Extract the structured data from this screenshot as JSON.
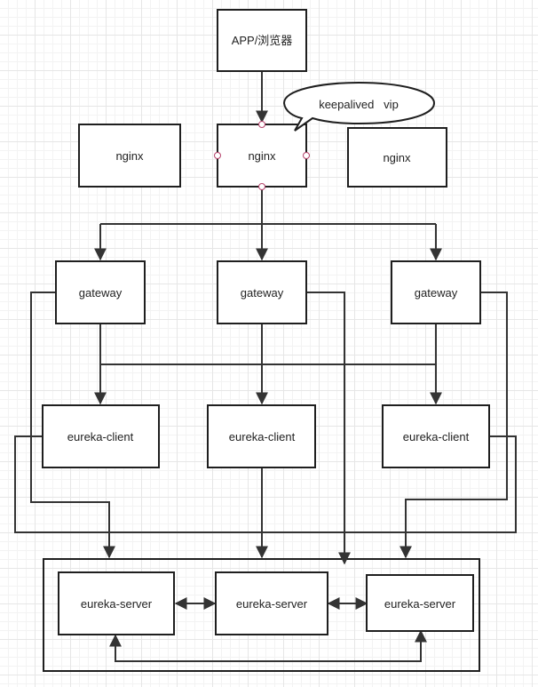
{
  "nodes": {
    "app": "APP/浏览器",
    "nginx_left": "nginx",
    "nginx_main": "nginx",
    "nginx_right": "nginx",
    "gateway_1": "gateway",
    "gateway_2": "gateway",
    "gateway_3": "gateway",
    "eureka_client_1": "eureka-client",
    "eureka_client_2": "eureka-client",
    "eureka_client_3": "eureka-client",
    "eureka_server_1": "eureka-server",
    "eureka_server_2": "eureka-server",
    "eureka_server_3": "eureka-server"
  },
  "callout": {
    "text": "keepalived   vip"
  },
  "colors": {
    "line": "#333333",
    "box_stroke": "#1f1f1f",
    "port_stroke": "#b5426b"
  }
}
